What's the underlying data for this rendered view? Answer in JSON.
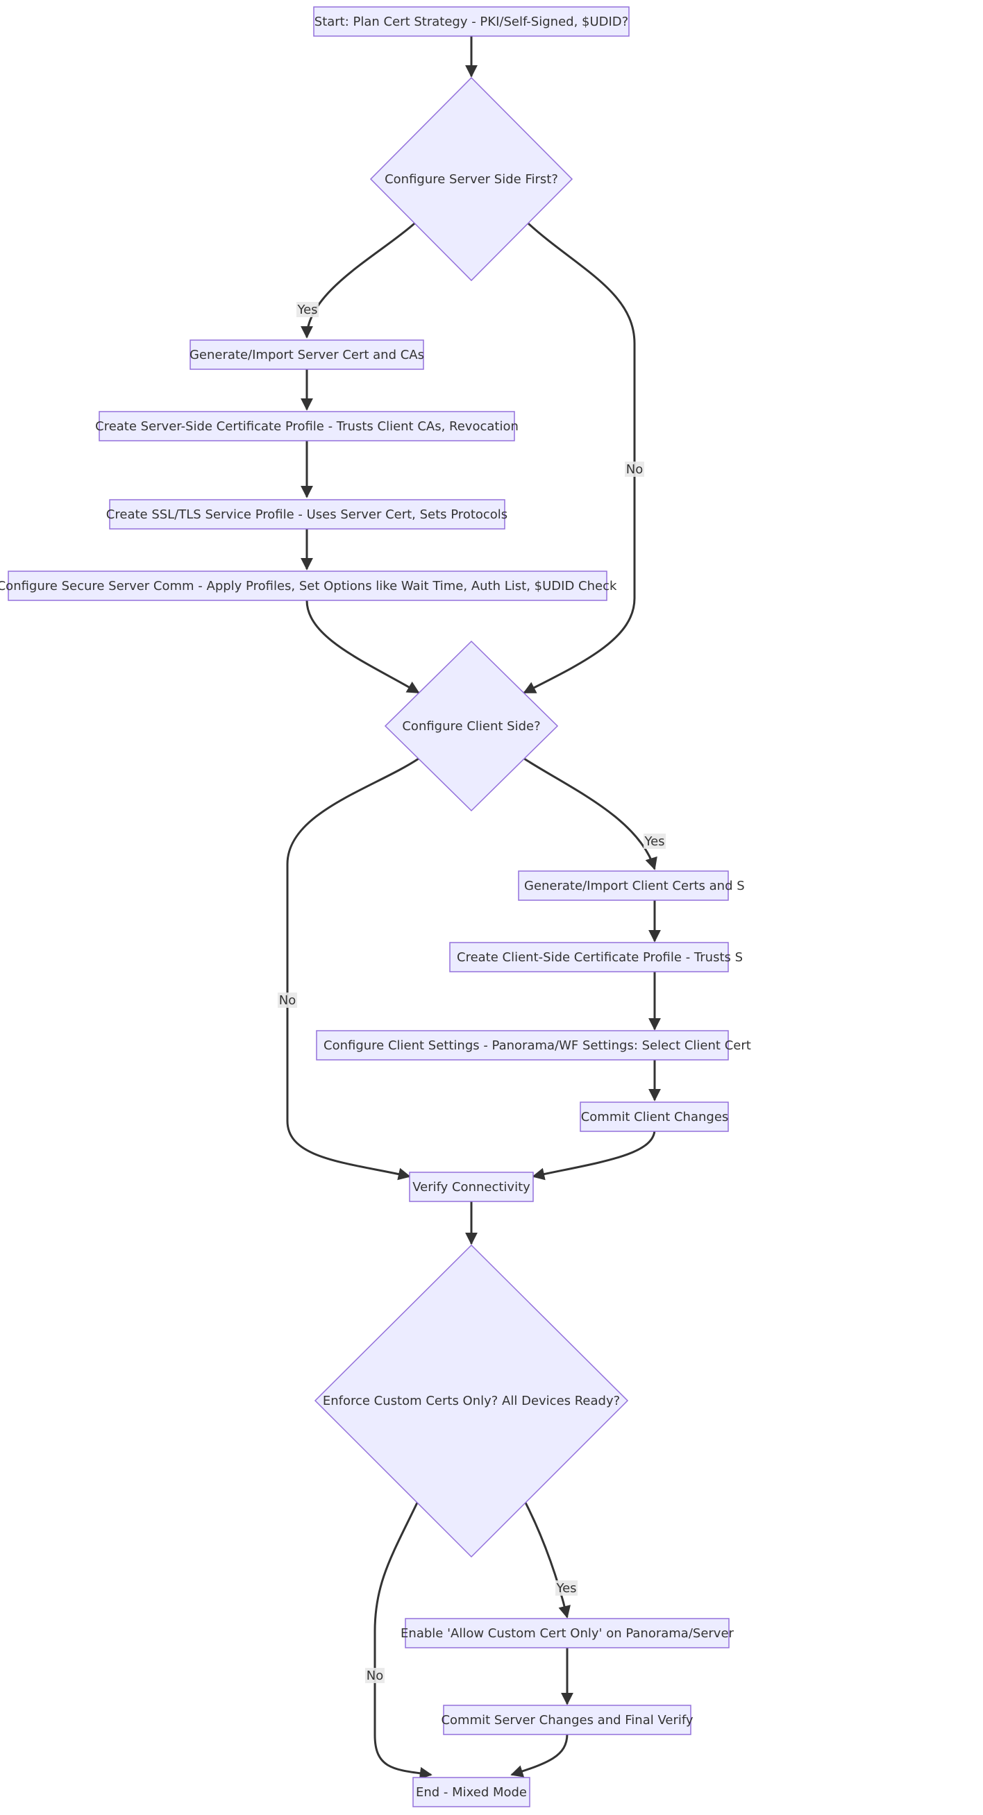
{
  "nodes": {
    "start": "Start: Plan Cert Strategy - PKI/Self-Signed, $UDID?",
    "server_first": "Configure Server Side First?",
    "gen_server_cert": "Generate/Import Server Cert and CAs",
    "server_cert_profile": "Create Server-Side Certificate Profile - Trusts Client CAs, Revocation",
    "ssl_tls_profile": "Create SSL/TLS Service Profile - Uses Server Cert, Sets Protocols",
    "secure_server_comm": "Configure Secure Server Comm - Apply Profiles, Set Options like Wait Time, Auth List, $UDID Check",
    "client_side": "Configure Client Side?",
    "gen_client_certs": "Generate/Import Client Certs and S",
    "client_cert_profile": "Create Client-Side Certificate Profile - Trusts S",
    "client_settings": "Configure Client Settings - Panorama/WF Settings: Select Client Cert",
    "commit_client": "Commit Client Changes",
    "verify": "Verify Connectivity",
    "enforce": "Enforce Custom Certs Only? All Devices Ready?",
    "allow_custom": "Enable 'Allow Custom Cert Only' on Panorama/Server",
    "commit_server": "Commit Server Changes and Final Verify",
    "end": "End - Mixed Mode"
  },
  "edge_labels": {
    "server_yes": "Yes",
    "server_no": "No",
    "client_yes": "Yes",
    "client_no": "No",
    "enforce_yes": "Yes",
    "enforce_no": "No"
  },
  "colors": {
    "node_fill": "#ECECFF",
    "node_stroke": "#9370DB",
    "edge": "#333333"
  }
}
